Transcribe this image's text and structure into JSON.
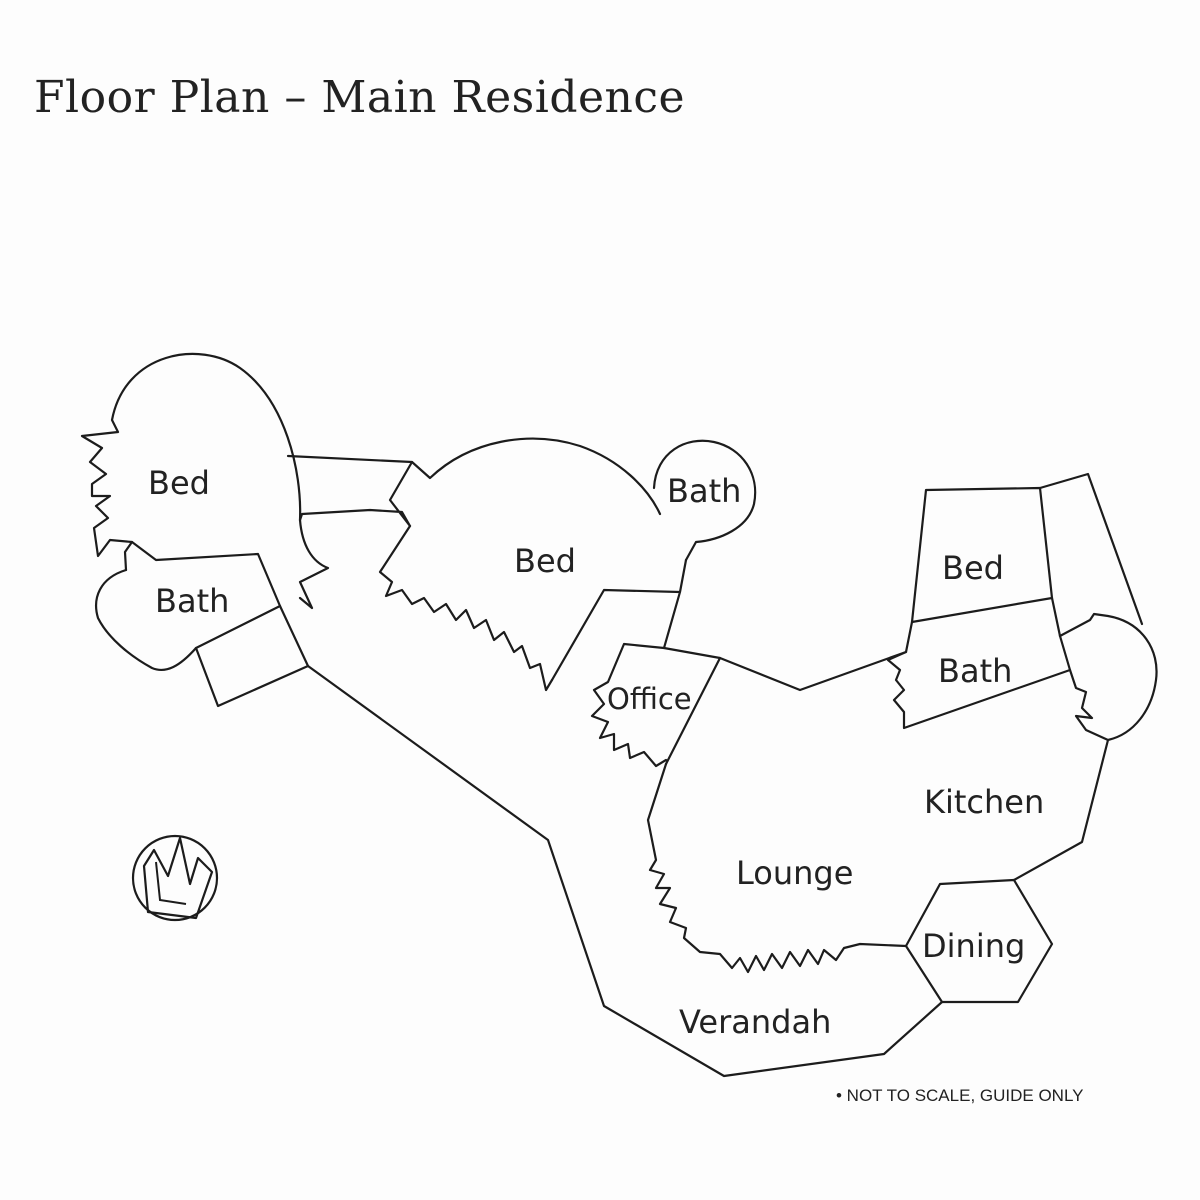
{
  "title": "Floor Plan – Main Residence",
  "note": "• NOT TO SCALE, GUIDE ONLY",
  "rooms": {
    "bed_left": "Bed",
    "bath_left": "Bath",
    "bed_center": "Bed",
    "bath_round": "Bath",
    "bed_right": "Bed",
    "bath_right": "Bath",
    "office": "Office",
    "kitchen": "Kitchen",
    "lounge": "Lounge",
    "dining": "Dining",
    "verandah": "Verandah"
  },
  "icons": {
    "compass": "north-compass-icon"
  }
}
